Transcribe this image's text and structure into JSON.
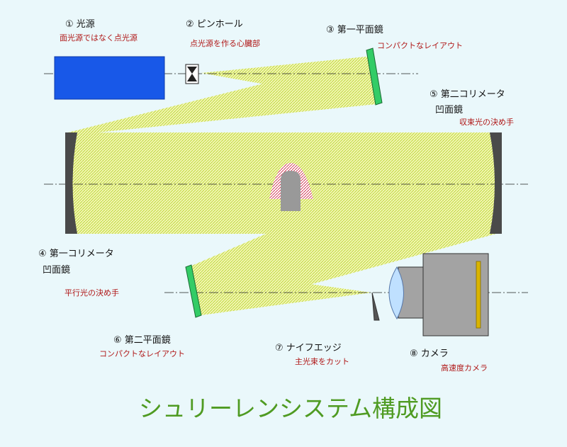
{
  "title": "シュリーレンシステム構成図",
  "colors": {
    "background": "#eaf8fb",
    "beam": "#f2f5b4",
    "hatch": "#b9d530",
    "mirror_flat": "#33cc66",
    "mirror_concave": "#4a4a4a",
    "light_source": "#1858e8",
    "label": "#111111",
    "sub_label": "#b01818",
    "title": "#4f9b22",
    "camera_body": "#a3a3a3",
    "camera_lens": "#bfe0ff",
    "sensor": "#d9b400",
    "subject": "#999999",
    "subject_flow": "#cc2244"
  },
  "components": [
    {
      "id": "light-source",
      "number": "①",
      "name": "光源",
      "note": "面光源ではなく点光源",
      "icon": "blue-rectangle"
    },
    {
      "id": "pinhole",
      "number": "②",
      "name": "ピンホール",
      "note": "点光源を作る心臓部",
      "icon": "hourglass-icon"
    },
    {
      "id": "first-flat-mirror",
      "number": "③",
      "name": "第一平面鏡",
      "note": "コンパクトなレイアウト",
      "icon": "flat-mirror"
    },
    {
      "id": "first-collimator",
      "number": "④",
      "name": "第一コリメータ",
      "name2": "凹面鏡",
      "note": "平行光の決め手",
      "icon": "concave-mirror"
    },
    {
      "id": "second-collimator",
      "number": "⑤",
      "name": "第二コリメータ",
      "name2": "凹面鏡",
      "note": "収束光の決め手",
      "icon": "concave-mirror"
    },
    {
      "id": "second-flat-mirror",
      "number": "⑥",
      "name": "第二平面鏡",
      "note": "コンパクトなレイアウト",
      "icon": "flat-mirror"
    },
    {
      "id": "knife-edge",
      "number": "⑦",
      "name": "ナイフエッジ",
      "note": "主光束をカット",
      "icon": "blade-icon"
    },
    {
      "id": "camera",
      "number": "⑧",
      "name": "カメラ",
      "note": "高速度カメラ",
      "icon": "camera-icon"
    }
  ]
}
